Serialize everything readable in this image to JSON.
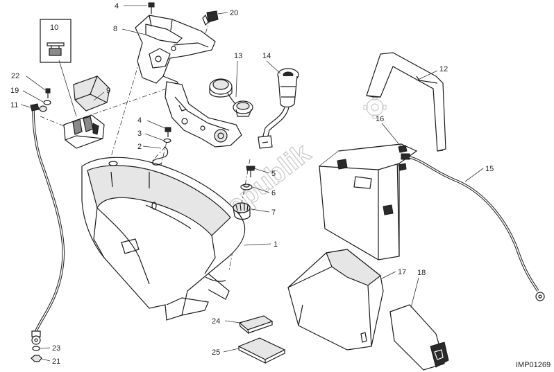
{
  "diagram": {
    "callouts": [
      "1",
      "2",
      "3",
      "4",
      "4",
      "5",
      "6",
      "7",
      "8",
      "9",
      "10",
      "11",
      "12",
      "13",
      "14",
      "15",
      "16",
      "17",
      "18",
      "19",
      "20",
      "21",
      "22",
      "23",
      "24",
      "25"
    ],
    "drawing_code": "IMP01269"
  },
  "watermark": {
    "text": "PartsRepublik"
  }
}
